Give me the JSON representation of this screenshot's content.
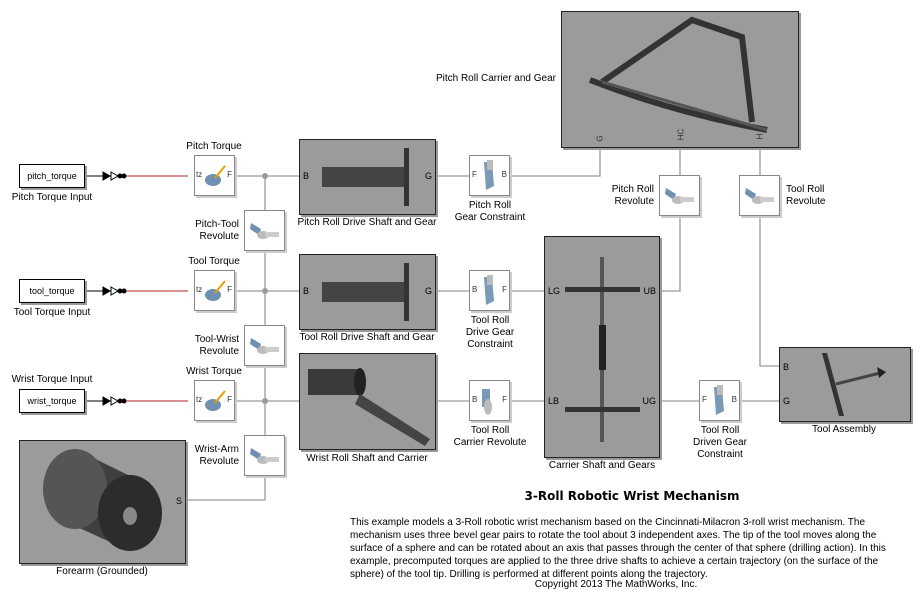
{
  "title": "3-Roll Robotic Wrist Mechanism",
  "description": "This example models a 3-Roll robotic wrist mechanism based on the Cincinnati-Milacron 3-roll wrist mechanism. The mechanism uses three bevel gear pairs to rotate the tool about 3 independent axes. The tip of the tool moves along the surface of a sphere and can be rotated about an axis that passes through the center of that sphere (drilling action). In this example, precomputed torques are applied to the three drive shafts to achieve a certain trajectory (on the surface of the sphere) of the tool tip. Drilling is performed at different points along the trajectory.",
  "copyright": "Copyright 2013 The MathWorks, Inc.",
  "colors": {
    "signal_line": "#b22222",
    "physical_line": "#9a9a9a",
    "block_fill": "#9b9b9b"
  },
  "sources": [
    {
      "value": "pitch_torque",
      "label": "Pitch Torque Input"
    },
    {
      "value": "tool_torque",
      "label": "Tool Torque Input"
    },
    {
      "value": "wrist_torque",
      "label": "Wrist Torque Input"
    }
  ],
  "torques": [
    {
      "label": "Pitch Torque",
      "port_in": "tz",
      "port_out": "F"
    },
    {
      "label": "Tool Torque",
      "port_in": "tz",
      "port_out": "F"
    },
    {
      "label": "Wrist Torque",
      "port_in": "tz",
      "port_out": "F"
    }
  ],
  "revolutes": [
    {
      "label1": "Pitch-Tool",
      "label2": "Revolute"
    },
    {
      "label1": "Tool-Wrist",
      "label2": "Revolute"
    },
    {
      "label1": "Wrist-Arm",
      "label2": "Revolute"
    }
  ],
  "shafts": [
    {
      "label": "Pitch Roll Drive Shaft and Gear",
      "port_b": "B",
      "port_g": "G"
    },
    {
      "label": "Tool Roll Drive Shaft and Gear",
      "port_b": "B",
      "port_g": "G"
    },
    {
      "label": "Wrist Roll Shaft and Carrier"
    }
  ],
  "constraints": [
    {
      "label1": "Pitch Roll",
      "label2": "Gear Constraint",
      "label3": ""
    },
    {
      "label1": "Tool Roll",
      "label2": "Drive Gear",
      "label3": "Constraint"
    },
    {
      "label1": "Tool Roll",
      "label2": "Carrier Revolute",
      "label3": ""
    }
  ],
  "carrier_gear": {
    "label": "Pitch Roll Carrier and Gear",
    "ports": [
      "G",
      "HC",
      "H"
    ]
  },
  "pitch_roll_revolute": {
    "label1": "Pitch Roll",
    "label2": "Revolute"
  },
  "tool_roll_revolute": {
    "label1": "Tool Roll",
    "label2": "Revolute"
  },
  "carrier_shaft": {
    "label": "Carrier Shaft and Gears",
    "ports": [
      "LG",
      "UB",
      "LB",
      "UG"
    ]
  },
  "driven_gear": {
    "label1": "Tool Roll",
    "label2": "Driven Gear",
    "label3": "Constraint"
  },
  "tool_assembly": {
    "label": "Tool Assembly",
    "ports": [
      "B",
      "G"
    ]
  },
  "forearm": {
    "label": "Forearm (Grounded)",
    "port": "S"
  },
  "port_letters": {
    "B": "B",
    "F": "F",
    "G": "G"
  }
}
